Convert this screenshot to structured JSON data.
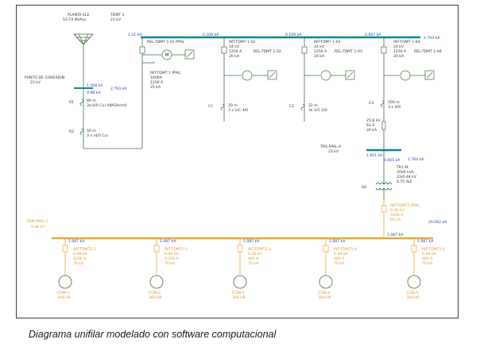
{
  "caption": "Diagrama unifilar modelado con software computacional",
  "colors": {
    "bus_mv": "#0c8a8a",
    "bus_lv": "#f2a531",
    "wire": "#3f6f3f",
    "flow_label": "#1f3fb0"
  },
  "source": {
    "name": "PLANTA ELE",
    "rating": "53.74 MVAsc"
  },
  "main_bus": {
    "name": "TDMT 1",
    "voltage": "23 kV",
    "flows": [
      "1.21 kA",
      "0.109 kA",
      "0.109 kA",
      "0.097 kA",
      "2.793 kA"
    ]
  },
  "connection_point": {
    "name": "PUNTO DE CONEXION",
    "voltage": "23 kV",
    "flows": [
      "1.168 kA",
      "0.98 kA",
      "2.793 kA"
    ]
  },
  "main_feed": {
    "cable_r1": {
      "name": "R1",
      "values": [
        "80 m",
        "3x(4/0 Cu) AWG/kcmil"
      ]
    },
    "cable_r2": {
      "name": "R2",
      "values": [
        "50 m",
        "3 x (4/0 Cu)"
      ]
    }
  },
  "bay_1": {
    "relay": "REL-TDMT 1-01 PPAL",
    "breaker": {
      "name": "INT-TDMT 1 PPAL",
      "values": [
        "1600A",
        "1200 A",
        "25 kA"
      ]
    }
  },
  "feeders": [
    {
      "relay": "REL-TDMT 1-02",
      "breaker": {
        "name": "INT-TDMT 1-02",
        "values": [
          "24 kV",
          "1250 A",
          "20 kA"
        ]
      },
      "cable": {
        "name": "C1",
        "values": [
          "20 m",
          "3 x 1/C 4/0"
        ]
      }
    },
    {
      "relay": "REL-TDMT 1-03",
      "breaker": {
        "name": "INT-TDMT 1-03",
        "values": [
          "24 kV",
          "1250 A",
          "20 kA"
        ]
      },
      "cable": {
        "name": "C2",
        "values": [
          "22 m",
          "3x 1/C 2/0"
        ]
      }
    },
    {
      "relay": "REL-TDMT 1-04",
      "breaker": {
        "name": "INT-TDMT 1-04",
        "values": [
          "24 kV",
          "1250 A",
          "20 kA"
        ]
      },
      "cable": {
        "name": "C3",
        "values": [
          "200 m",
          "3 x 4/0"
        ]
      }
    }
  ],
  "fuse": {
    "values": [
      "25.8 kV",
      "63 A",
      "20 kA"
    ]
  },
  "transformer_bus": {
    "name": "TRS-PPAL-A",
    "voltage": "23 kV",
    "flows": [
      "1.601 kA",
      "0.005 kA",
      "1.764 kA"
    ]
  },
  "transformer": {
    "name": "TR1-M",
    "ratio": "2000 kVA",
    "voltages": "23/0.48 kV",
    "impedance": "4.75 %Z",
    "sa_label": "SA"
  },
  "lv_side": {
    "breaker": {
      "name": "INT-TDMT1 PPAL",
      "values": [
        "0.48 kV",
        "3200 A",
        "65 kA"
      ]
    },
    "flows": [
      "29.062 kA",
      "1.087 kA"
    ]
  },
  "lv_bus": {
    "name": "TDM-PPAL 1",
    "voltage": "0.48 kV"
  },
  "motor_branches": [
    {
      "flow": "1.087 kA",
      "breaker": "INT-TDMT1-1",
      "values": [
        "0.48 kV",
        "1200 A",
        "70 kA"
      ],
      "motor": "COM-1",
      "rating": "300 HP"
    },
    {
      "flow": "1.087 kA",
      "breaker": "INT-TDMT1-2",
      "values": [
        "0.48 kV",
        "0.250 A",
        "70 kA"
      ],
      "motor": "COM-2",
      "rating": "300 HP"
    },
    {
      "flow": "1.087 kA",
      "breaker": "INT-TDMT1-3",
      "values": [
        "0.48 kV",
        "400 A",
        "70 kA"
      ],
      "motor": "COM-3",
      "rating": "300 HP"
    },
    {
      "flow": "1.087 kA",
      "breaker": "INT-TDMT1-4",
      "values": [
        "0.48 kV",
        "400 A",
        "70 kA"
      ],
      "motor": "COM-4",
      "rating": "300 HP"
    },
    {
      "flow": "1.087 kA",
      "breaker": "INT-TDMT1-5",
      "values": [
        "0.48 kV",
        "400 A",
        "70 kA"
      ],
      "motor": "COM-5",
      "rating": "300 HP"
    }
  ]
}
